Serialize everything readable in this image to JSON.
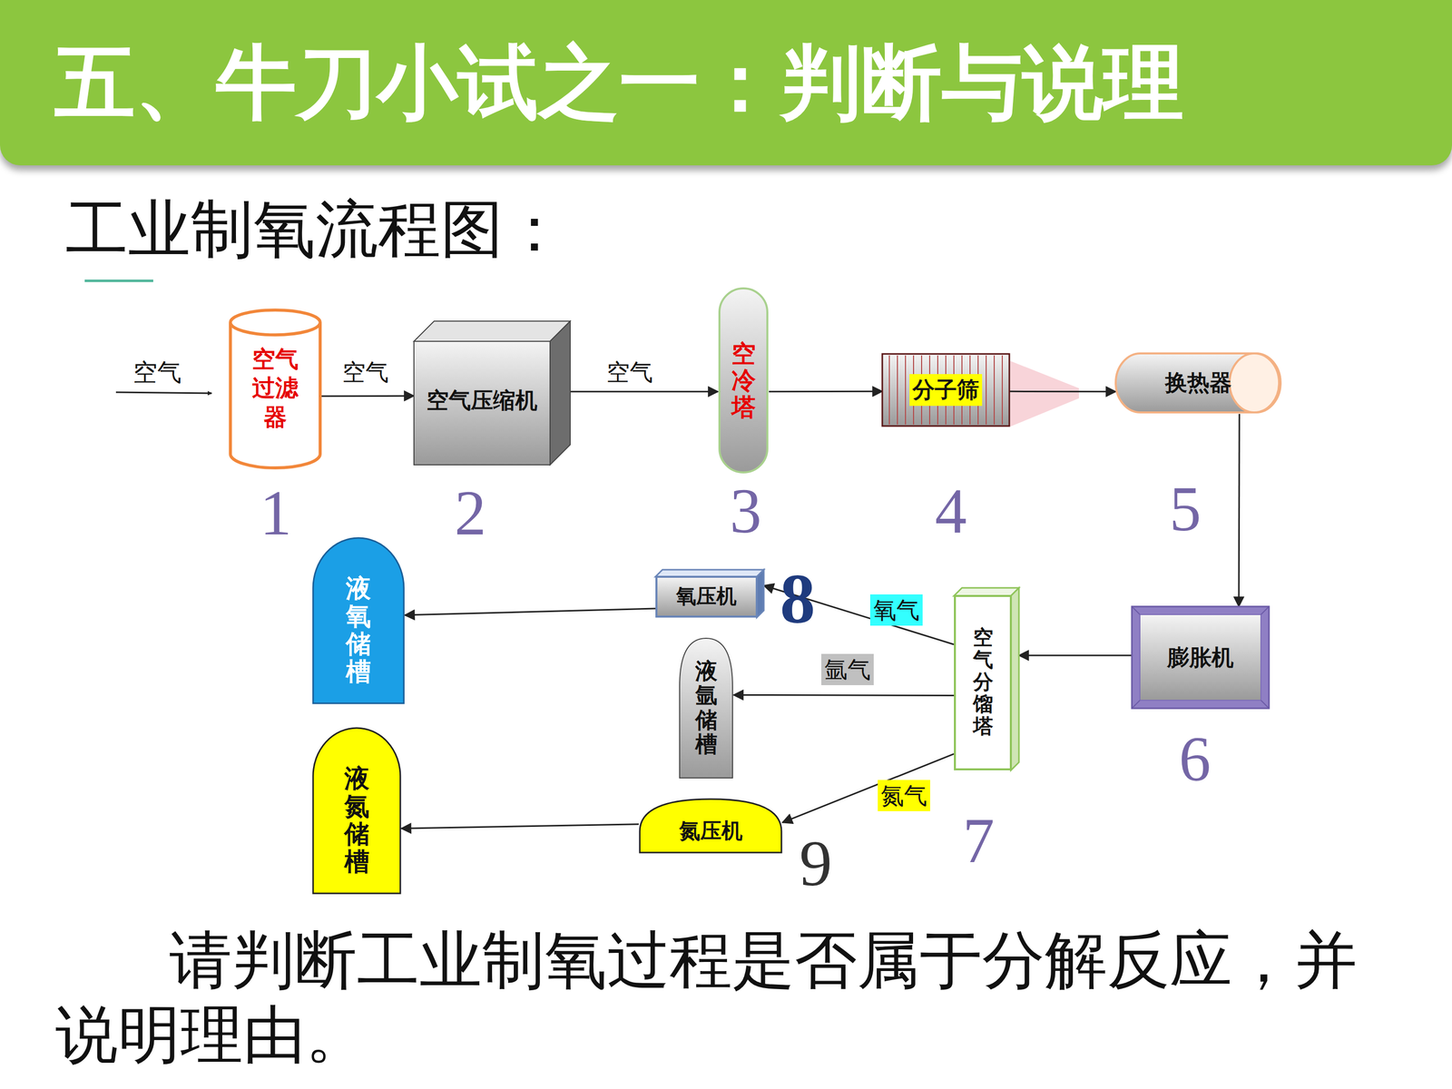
{
  "diagram": {
    "title": "五、牛刀小试之一：判断与说理",
    "caption": "请判断工业制氧过程是否属于分解反应，并说明理由。",
    "nodes": [
      {
        "text": [
          "空气过滤器"
        ]
      },
      {
        "text": [
          "空气压缩机"
        ]
      },
      {
        "text": [
          "空冷塔"
        ]
      },
      {
        "text": [
          "分子筛"
        ]
      },
      {
        "text": [
          "换热器"
        ]
      },
      {
        "text": [
          "膨胀机"
        ]
      },
      {
        "text": [
          "空气分馏塔"
        ]
      },
      {
        "text": [
          "氧压机"
        ]
      },
      {
        "text": [
          "液氧储槽"
        ]
      },
      {
        "text": [
          "液氩储槽"
        ]
      },
      {
        "text": [
          "氮压机"
        ]
      },
      {
        "text": [
          "液氮储槽"
        ]
      }
    ],
    "edges": [
      {
        "from": 0,
        "to": 1,
        "label": "空气",
        "arrow": "to"
      },
      {
        "from": 1,
        "to": 2,
        "label": "空气",
        "arrow": "to"
      },
      {
        "from": 2,
        "to": 3,
        "arrow": "to"
      },
      {
        "from": 3,
        "to": 4,
        "arrow": "to"
      },
      {
        "from": 4,
        "to": 5,
        "arrow": "to"
      },
      {
        "from": 5,
        "to": 6,
        "arrow": "to"
      },
      {
        "from": 6,
        "to": 7,
        "label": "氧气",
        "arrow": "to"
      },
      {
        "from": 7,
        "to": 8,
        "arrow": "to"
      },
      {
        "from": 6,
        "to": 9,
        "label": "氩气",
        "arrow": "to"
      },
      {
        "from": 6,
        "to": 10,
        "label": "氮气",
        "arrow": "to"
      },
      {
        "from": 10,
        "to": 11,
        "arrow": "to"
      }
    ],
    "labels": [
      "工业制氧流程图：",
      "空气",
      "1",
      "2",
      "3",
      "4",
      "5",
      "6",
      "7",
      "8",
      "9"
    ]
  }
}
